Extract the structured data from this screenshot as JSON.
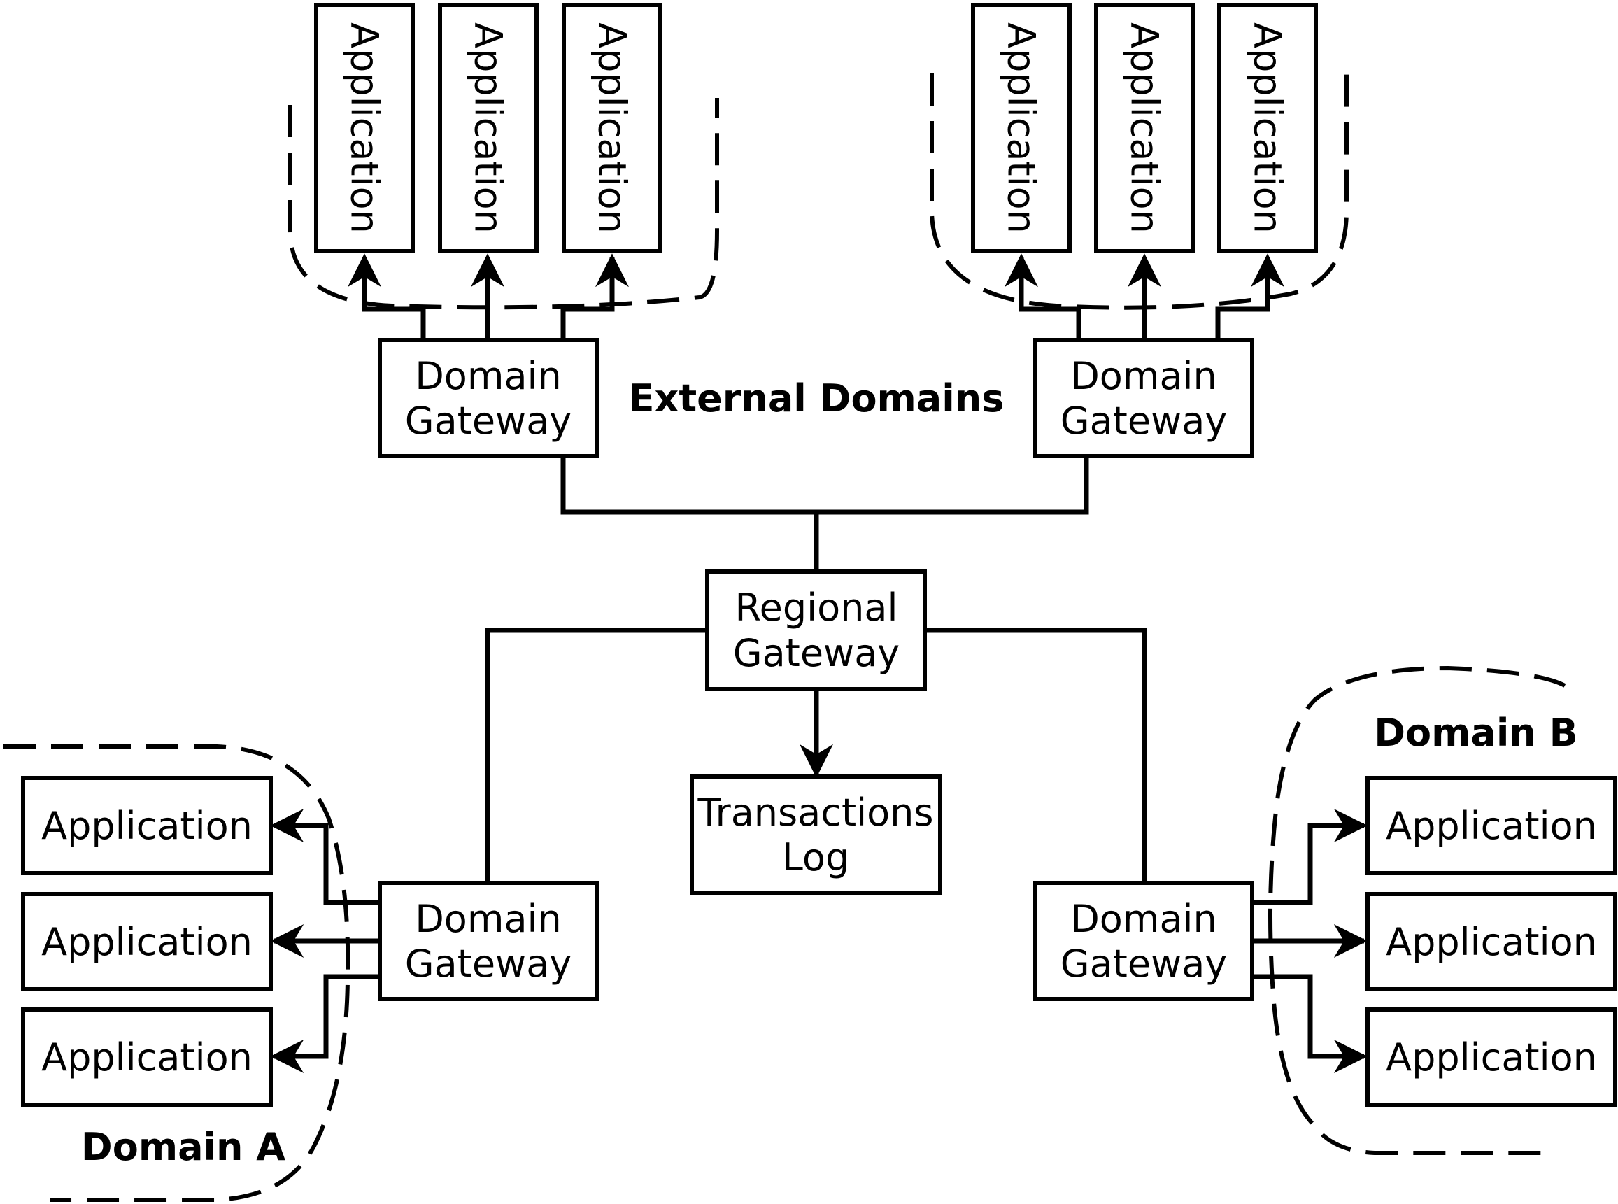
{
  "labels": {
    "application": "Application",
    "domain_gateway_line1": "Domain",
    "domain_gateway_line2": "Gateway",
    "regional_gateway_line1": "Regional",
    "regional_gateway_line2": "Gateway",
    "transactions_log_line1": "Transactions",
    "transactions_log_line2": "Log",
    "external_domains": "External Domains",
    "domain_a": "Domain A",
    "domain_b": "Domain B"
  }
}
